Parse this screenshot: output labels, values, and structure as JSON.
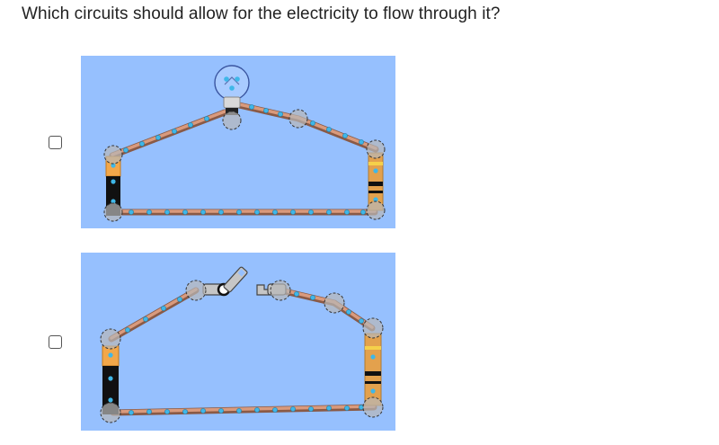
{
  "question": {
    "text": "Which circuits should allow for the electricity to flow through it?"
  },
  "options": [
    {
      "id": "circuit-1",
      "checked": false,
      "image": "circuit-bulb-battery-resistor-icon",
      "components": [
        "battery-icon",
        "light-bulb-icon",
        "resistor-icon",
        "copper-wire-icon"
      ]
    },
    {
      "id": "circuit-2",
      "checked": false,
      "image": "circuit-open-switch-battery-resistor-icon",
      "components": [
        "battery-icon",
        "open-switch-icon",
        "resistor-icon",
        "copper-wire-icon"
      ]
    }
  ],
  "colors": {
    "panel_bg": "#96c0fe",
    "wire": "#c8866a",
    "wire_dark": "#8a5a46",
    "electron": "#3fb7e8",
    "battery_body": "#111111",
    "battery_top": "#f2a74a",
    "junction": "#b8b8b8"
  }
}
